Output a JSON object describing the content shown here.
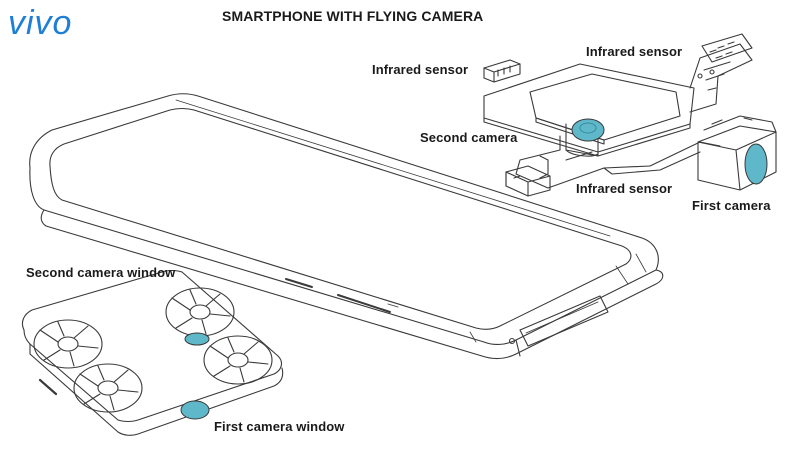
{
  "brand": {
    "logo_text": "vivo",
    "logo_color": "#1f7fd6"
  },
  "title": "SMARTPHONE WITH FLYING CAMERA",
  "labels": {
    "infrared_sensor_top_left": "Infrared sensor",
    "infrared_sensor_top_right": "Infrared sensor",
    "infrared_sensor_bottom": "Infrared sensor",
    "second_camera": "Second camera",
    "first_camera": "First camera",
    "second_camera_window": "Second camera window",
    "first_camera_window": "First camera window"
  },
  "colors": {
    "line": "#3a3a3a",
    "camera_lens": "#5fb8c9"
  }
}
